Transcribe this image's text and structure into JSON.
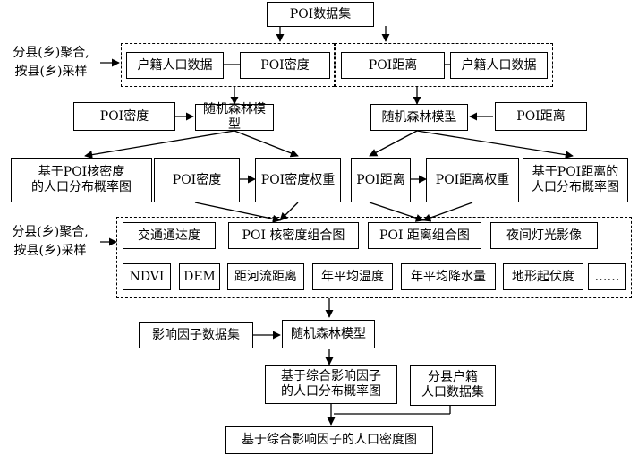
{
  "top": {
    "dataset": "POI数据集"
  },
  "side_labels": {
    "sampling_top": "分县(乡)聚合,\n按县(乡)采样",
    "sampling_mid": "分县(乡)聚合,\n按县(乡)采样"
  },
  "left_group": {
    "registered_pop": "户籍人口数据",
    "poi_density": "POI密度"
  },
  "right_group": {
    "poi_distance": "POI距离",
    "registered_pop": "户籍人口数据"
  },
  "rf_left": {
    "input": "POI密度",
    "model": "随机森林模型"
  },
  "rf_right": {
    "model": "随机森林模型",
    "input": "POI距离"
  },
  "row3": {
    "kde_prob_map": "基于POI核密度\n的人口分布概率图",
    "poi_density": "POI密度",
    "density_weight": "POI密度权重",
    "poi_distance": "POI距离",
    "distance_weight": "POI距离权重",
    "distance_prob_map": "基于POI距离的\n人口分布概率图"
  },
  "factors": {
    "row1": [
      "交通通达度",
      "POI 核密度组合图",
      "POI 距离组合图",
      "夜间灯光影像"
    ],
    "row2": [
      "NDVI",
      "DEM",
      "距河流距离",
      "年平均温度",
      "年平均降水量",
      "地形起伏度",
      "……"
    ]
  },
  "final_model": {
    "dataset": "影响因子数据集",
    "model": "随机森林模型"
  },
  "outputs": {
    "combined_prob_map": "基于综合影响因子\n的人口分布概率图",
    "county_registered": "分县户籍\n人口数据集",
    "density_map": "基于综合影响因子的人口密度图"
  }
}
